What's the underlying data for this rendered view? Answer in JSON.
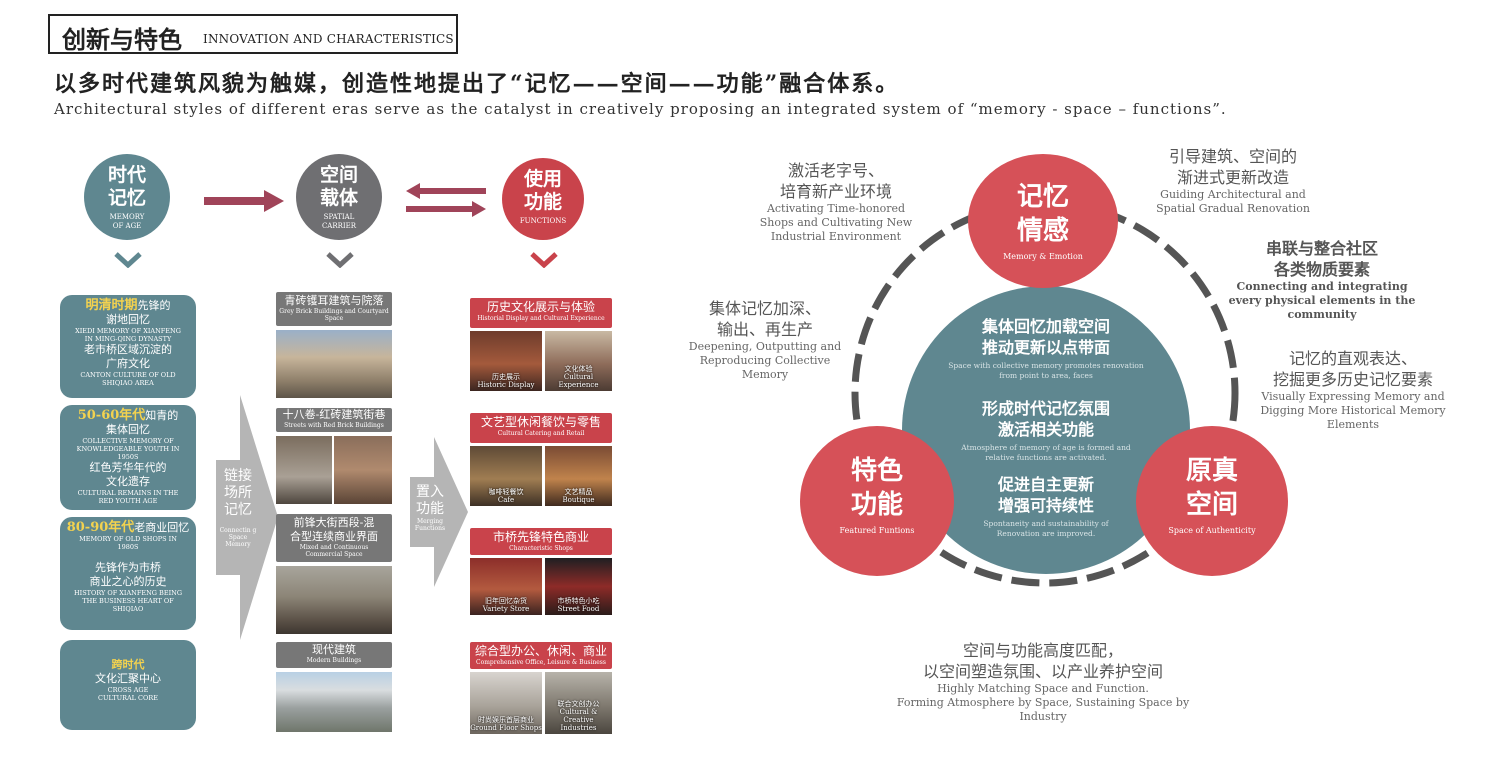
{
  "header": {
    "title_cn": "创新与特色",
    "title_en": "INNOVATION AND CHARACTERISTICS",
    "headline_cn": "以多时代建筑风貌为触媒，创造性地提出了“记忆——空间——功能”融合体系。",
    "headline_en": "Architectural styles of different eras serve as the catalyst in creatively proposing an integrated system of “memory - space – functions”."
  },
  "left": {
    "circles": [
      {
        "l1": "时代",
        "l2": "记忆",
        "s1": "MEMORY",
        "s2": "OF AGE",
        "color": "#5f8790"
      },
      {
        "l1": "空间",
        "l2": "载体",
        "s1": "SPATIAL",
        "s2": "CARRIER",
        "color": "#6f6f72"
      },
      {
        "l1": "使用",
        "l2": "功能",
        "s1": "FUNCTIONS",
        "s2": "",
        "color": "#c9434b"
      }
    ],
    "memory_panels": [
      {
        "hl": "明清时期",
        "hw": "先锋的",
        "l1": "谢地回忆",
        "e1": "XIEDI MEMORY OF XIANFENG",
        "e2": "IN MING-QING DYNASTY",
        "l2": "老市桥区域沉淀的",
        "l3": "广府文化",
        "e3": "CANTON CULTURE OF OLD",
        "e4": "SHIQIAO AREA"
      },
      {
        "hl": "50-60年代",
        "hw": "知青的",
        "l1": "集体回忆",
        "e1": "COLLECTIVE MEMORY OF",
        "e2": "KNOWLEDGEABLE YOUTH IN",
        "e2b": "1950S",
        "l2": "红色芳华年代的",
        "l3": "文化遗存",
        "e3": "CULTURAL REMAINS IN THE",
        "e4": "RED YOUTH AGE"
      },
      {
        "hl": "80-90年代",
        "hw": "老商业回忆",
        "e1": "MEMORY OF OLD SHOPS IN",
        "e2": "1980S",
        "l2": "先锋作为市桥",
        "l3": "商业之心的历史",
        "e3": "HISTORY OF XIANFENG BEING",
        "e4": "THE BUSINESS HEART OF",
        "e5": "SHIQIAO"
      },
      {
        "hl": "跨时代",
        "l1": "文化汇聚中心",
        "e1": "CROSS AGE",
        "e2": "CULTURAL CORE"
      }
    ],
    "link_label": {
      "l1": "链接",
      "l2": "场所",
      "l3": "记忆",
      "en": "Connectin g Space Memory"
    },
    "insert_label": {
      "l1": "置入",
      "l2": "功能",
      "en": "Merging Functions"
    },
    "spaces": [
      {
        "cn": "青砖镬耳建筑与院落",
        "en": "Grey Brick Buildings and Courtyard Space"
      },
      {
        "cn": "十八卷-红砖建筑街巷",
        "en": "Streets with Red Brick Buildings"
      },
      {
        "cn": "前锋大街西段-混合型连续商业界面",
        "en": "Mixed and Continuous Commercial Space"
      },
      {
        "cn": "现代建筑",
        "en": "Modern Buildings"
      }
    ],
    "functions": [
      {
        "cn": "历史文化展示与体验",
        "en": "Historial Display and Cultural Experience",
        "c1": "历史展示",
        "c1e": "Historic Display",
        "c2": "文化体验",
        "c2e": "Cultural Experience"
      },
      {
        "cn": "文艺型休闲餐饮与零售",
        "en": "Cultural Catering and Retail",
        "c1": "咖啡轻餐饮",
        "c1e": "Cafe",
        "c2": "文艺精品",
        "c2e": "Boutique"
      },
      {
        "cn": "市桥先锋特色商业",
        "en": "Characteristic Shops",
        "c1": "旧年回忆杂货",
        "c1e": "Variety Store",
        "c2": "市桥特色小吃",
        "c2e": "Street Food"
      },
      {
        "cn": "综合型办公、休闲、商业",
        "en": "Comprehensive Office, Leisure & Business",
        "c1": "时尚娱乐首层商业",
        "c1e": "Ground Floor Shops",
        "c2": "联合文创办公",
        "c2e": "Cultural & Creative Industries"
      }
    ]
  },
  "right": {
    "top_circle": {
      "l1": "记忆",
      "l2": "情感",
      "en": "Memory & Emotion"
    },
    "left_circle": {
      "l1": "特色",
      "l2": "功能",
      "en": "Featured Funtions"
    },
    "right_circle": {
      "l1": "原真",
      "l2": "空间",
      "en": "Space of Authenticity"
    },
    "center": [
      {
        "l1": "集体回忆加载空间",
        "l2": "推动更新以点带面",
        "e1": "Space with collective memory promotes renovation",
        "e2": "from point to area, faces"
      },
      {
        "l1": "形成时代记忆氛围",
        "l2": "激活相关功能",
        "e1": "Atmosphere of memory of age is formed and",
        "e2": "relative functions are activated."
      },
      {
        "l1": "促进自主更新",
        "l2": "增强可持续性",
        "e1": "Spontaneity and sustainability of",
        "e2": "Renovation are improved."
      }
    ],
    "annotations": {
      "a1": {
        "c1": "激活老字号、",
        "c2": "培育新产业环境",
        "e1": "Activating Time-honored",
        "e2": "Shops and Cultivating New",
        "e3": "Industrial Environment"
      },
      "a2": {
        "c1": "引导建筑、空间的",
        "c2": "渐进式更新改造",
        "e1": "Guiding Architectural and",
        "e2": "Spatial Gradual Renovation"
      },
      "a3": {
        "c1": "串联与整合社区",
        "c2": "各类物质要素",
        "e1": "Connecting and integrating",
        "e2": "every physical elements in the",
        "e3": "community"
      },
      "a4": {
        "c1": "集体记忆加深、",
        "c2": "输出、再生产",
        "e1": "Deepening, Outputting and",
        "e2": "Reproducing Collective",
        "e3": "Memory"
      },
      "a5": {
        "c1": "记忆的直观表达、",
        "c2": "挖掘更多历史记忆要素",
        "e1": "Visually Expressing Memory and",
        "e2": "Digging More Historical Memory",
        "e3": "Elements"
      },
      "a6": {
        "c1": "空间与功能高度匹配，",
        "c2": "以空间塑造氛围、以产业养护空间",
        "e1": "Highly Matching Space and Function.",
        "e2": "Forming Atmosphere by Space, Sustaining Space by",
        "e3": "Industry"
      }
    }
  },
  "colors": {
    "teal": "#5f8790",
    "red": "#c9434b",
    "grey": "#6f6f72",
    "arrow": "#a04459"
  }
}
